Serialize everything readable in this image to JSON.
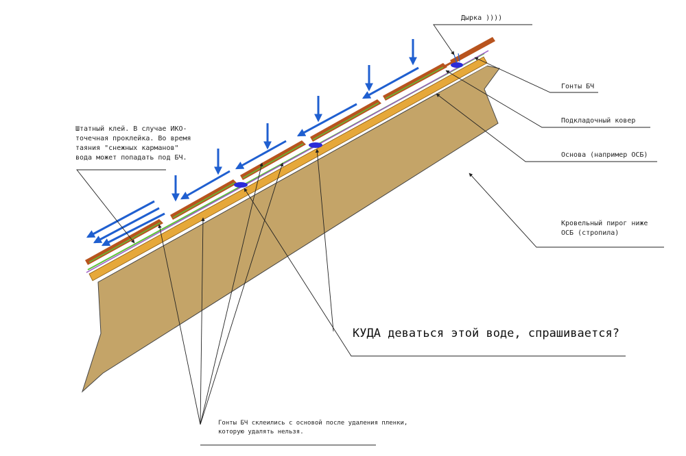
{
  "labels": {
    "hole": "Дырка ))))",
    "shingles": "Гонты БЧ",
    "underlay": "Подкладочный ковер",
    "base": "Основа (например ОСБ)",
    "roof_pie": "Кровельный пирог ниже\nОСБ (стропила)",
    "glue": "Штатный клей. В случае ИКО-\nточечная проклейка. Во время\nтаяния \"снежных карманов\"\nвода может попадать под БЧ.",
    "question": "КУДА деваться этой воде, спрашивается?",
    "bottom": "Гонты БЧ склеились с основой после удаления пленки,\nкоторую удалять нельзя."
  },
  "colors": {
    "rafter_fill": "#c4a468",
    "osb": "#e6a83a",
    "shingle_brown": "#b8541e",
    "green": "#5ec23a",
    "purple": "#9b59c6",
    "arrow_blue": "#1f5fd0",
    "leader": "#222222"
  }
}
